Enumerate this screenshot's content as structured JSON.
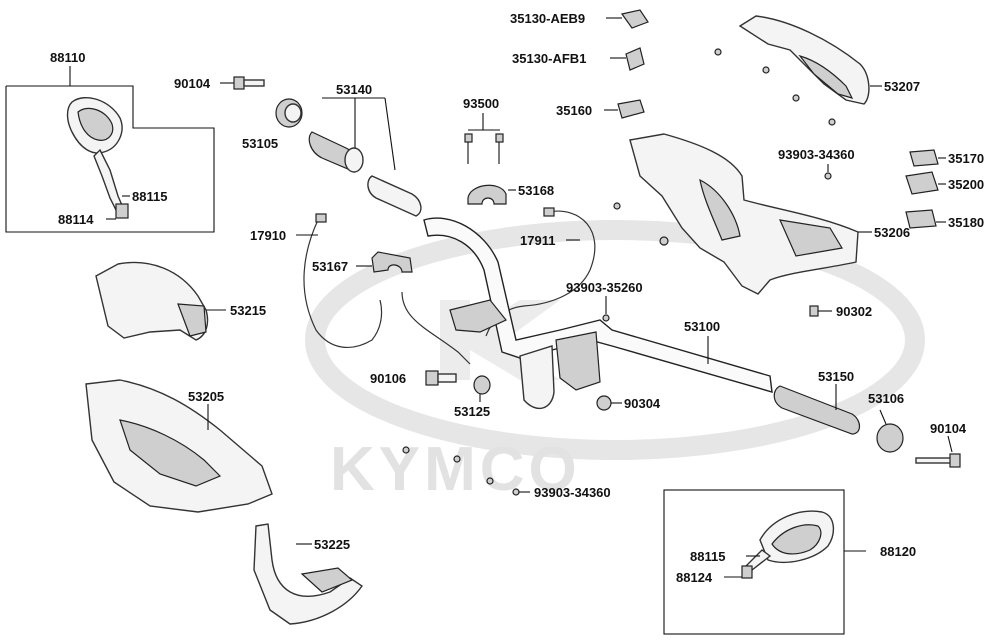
{
  "watermark": "KYMCO",
  "labels": {
    "p88110": "88110",
    "p90104_top": "90104",
    "p53105": "53105",
    "p53140": "53140",
    "p93500": "93500",
    "p35130_aeb9": "35130-AEB9",
    "p35130_afb1": "35130-AFB1",
    "p35160": "35160",
    "p53207": "53207",
    "p88115_left": "88115",
    "p88114": "88114",
    "p53168": "53168",
    "p93903_34360_top": "93903-34360",
    "p35170": "35170",
    "p35200": "35200",
    "p35180": "35180",
    "p17910": "17910",
    "p53167": "53167",
    "p17911": "17911",
    "p53206": "53206",
    "p93903_35260": "93903-35260",
    "p53215": "53215",
    "p90302": "90302",
    "p53100": "53100",
    "p90106": "90106",
    "p53125": "53125",
    "p90304": "90304",
    "p53150": "53150",
    "p53106": "53106",
    "p53205": "53205",
    "p90104_right": "90104",
    "p93903_34360_bottom": "93903-34360",
    "p53225": "53225",
    "p88120": "88120",
    "p88115_right": "88115",
    "p88124": "88124"
  }
}
